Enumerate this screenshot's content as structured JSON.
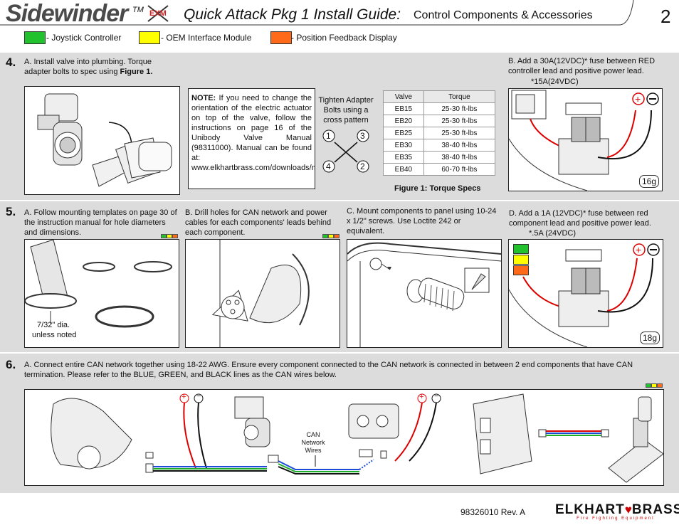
{
  "header": {
    "brand": "Sidewinder",
    "tm": "TM",
    "exm": "EXM",
    "title_main": "Quick Attack Pkg 1 Install Guide:",
    "title_sub": "Control Components & Accessories",
    "page_number": "2"
  },
  "legend": {
    "items": [
      {
        "label": "- Joystick Controller",
        "color": "#22c22e"
      },
      {
        "label": "- OEM Interface Module",
        "color": "#ffff00"
      },
      {
        "label": "- Position Feedback Display",
        "color": "#ff6a1a"
      }
    ]
  },
  "step4": {
    "number": "4.",
    "a_text": "A. Install valve into plumbing. Torque adapter bolts to spec using ",
    "a_bold": "Figure 1.",
    "note_label": "NOTE:",
    "note_text": " If you need to change the orientation of the electric actuator on top of the valve, follow the instructions on page 16 of the Unibody Valve Manual (98311000). Manual can be found at: www.elkhartbrass.com/downloads/manuals",
    "tighten_text": "Tighten Adapter Bolts using a cross pattern",
    "cross": [
      "1",
      "3",
      "4",
      "2"
    ],
    "table_headers": [
      "Valve",
      "Torque"
    ],
    "table_rows": [
      [
        "EB15",
        "25-30 ft-lbs"
      ],
      [
        "EB20",
        "25-30 ft-lbs"
      ],
      [
        "EB25",
        "25-30 ft-lbs"
      ],
      [
        "EB30",
        "38-40 ft-lbs"
      ],
      [
        "EB35",
        "38-40 ft-lbs"
      ],
      [
        "EB40",
        "60-70 ft-lbs"
      ]
    ],
    "figure_caption": "Figure 1: Torque Specs",
    "b_text": "B. Add a 30A(12VDC)* fuse between RED controller lead and positive power lead.",
    "b_note": "*15A(24VDC)",
    "b_tag": "16g"
  },
  "step5": {
    "number": "5.",
    "a_text": "A. Follow mounting templates on page 30 of the instruction manual for hole diameters and dimensions.",
    "a_dia": "7/32\" dia.",
    "a_unless": "unless noted",
    "b_text": "B. Drill holes for CAN network and power cables for each components' leads behind each component.",
    "c_text": "C. Mount components to panel using 10-24 x 1/2\" screws. Use Loctite 242 or equivalent.",
    "d_text": "D. Add a 1A (12VDC)* fuse between red component lead and positive power lead.",
    "d_note": "*.5A (24VDC)",
    "d_tag": "18g"
  },
  "step6": {
    "number": "6.",
    "text": "A. Connect entire CAN network together using 18-22 AWG. Ensure every component connected to the CAN network is connected in between 2 end components that have CAN termination. Please refer to the BLUE, GREEN, and BLACK lines as the CAN wires below.",
    "can_label": "CAN Network Wires"
  },
  "footer": {
    "doc_number": "98326010 Rev. A",
    "logo_left": "ELKHART",
    "logo_right": "BRASS",
    "tagline": "Fire Fighting Equipment"
  }
}
